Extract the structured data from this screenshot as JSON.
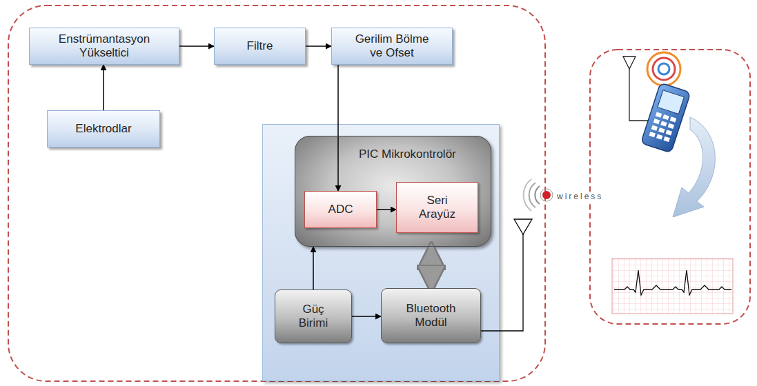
{
  "diagram": {
    "nodes": [
      {
        "text": [
          "Enstrümantasyon Yükseltici"
        ]
      },
      {
        "text": [
          "Filtre"
        ]
      },
      {
        "text": [
          "Gerilim Bölme ve Ofset"
        ]
      },
      {
        "text": [
          "Elektrodlar"
        ]
      },
      {
        "text": [
          "PIC Mikrokontrolör"
        ]
      },
      {
        "text": [
          "ADC"
        ],
        "in": 4
      },
      {
        "text": [
          "Seri Arayüz"
        ],
        "in": 4
      },
      {
        "text": [
          "Güç Birimi"
        ]
      },
      {
        "text": [
          "Bluetooth Modül"
        ]
      }
    ],
    "edges": [
      {
        "from": 0,
        "to": 1,
        "arrow": "to"
      },
      {
        "from": 1,
        "to": 2,
        "arrow": "to"
      },
      {
        "from": 3,
        "to": 0,
        "arrow": "to"
      },
      {
        "from": 2,
        "to": 5,
        "arrow": "to"
      },
      {
        "from": 5,
        "to": 6,
        "arrow": "to"
      },
      {
        "from": 7,
        "to": 4,
        "arrow": "to"
      },
      {
        "from": 7,
        "to": 8,
        "arrow": "to"
      },
      {
        "from": 4,
        "to": 8,
        "arrow": "both"
      }
    ],
    "labels": [
      "wireless"
    ]
  }
}
